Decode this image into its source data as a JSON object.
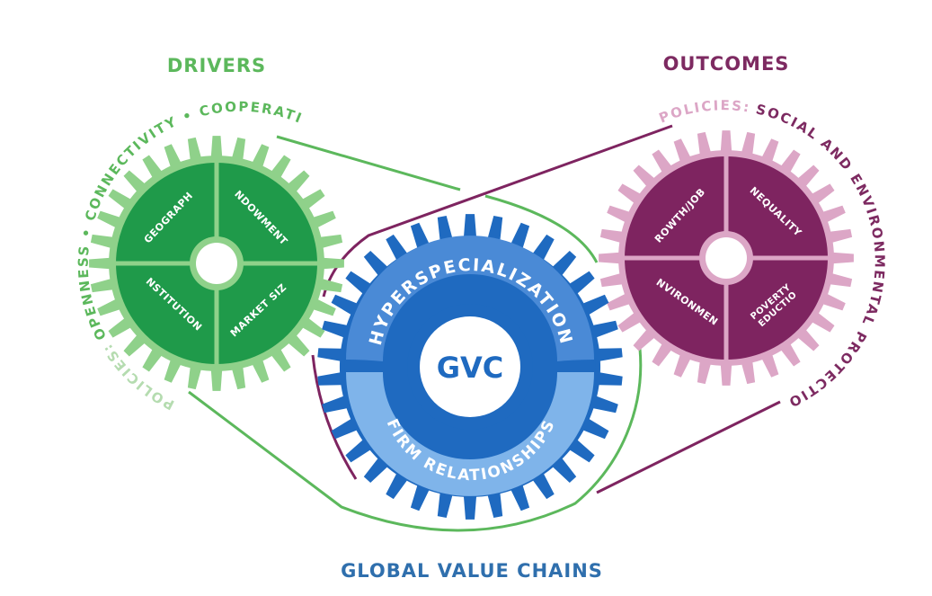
{
  "headings": {
    "drivers": "DRIVERS",
    "outcomes": "OUTCOMES",
    "footer": "GLOBAL VALUE CHAINS"
  },
  "driver_policies": {
    "prefix": "POLICIES:",
    "text": "OPENNESS • CONNECTIVITY • COOPERATION"
  },
  "outcome_policies": {
    "prefix": "POLICIES:",
    "text": "SOCIAL AND ENVIRONMENTAL PROTECTION"
  },
  "drivers_gear": {
    "segments": [
      "GEOGRAPHY",
      "ENDOWMENTS",
      "INSTITUTIONS",
      "MARKET SIZE"
    ]
  },
  "outcomes_gear": {
    "segments": [
      "GROWTH/JOBS",
      "INEQUALITY",
      "ENVIRONMENT",
      "POVERTY",
      "REDUCTION"
    ]
  },
  "center_gear": {
    "top_arc": "HYPERSPECIALIZATION",
    "bottom_arc": "FIRM RELATIONSHIPS",
    "hub": "GVC"
  },
  "colors": {
    "green_dark": "#1f9a4a",
    "green_light": "#8fd18a",
    "green_text": "#5cb85c",
    "purple_dark": "#7e2460",
    "purple_light": "#dca6c6",
    "purple_text": "#7d2a61",
    "blue_dark": "#1f6ac0",
    "blue_mid": "#4a8ad6",
    "blue_light": "#7fb4ea",
    "footer_blue": "#2f6fad"
  }
}
